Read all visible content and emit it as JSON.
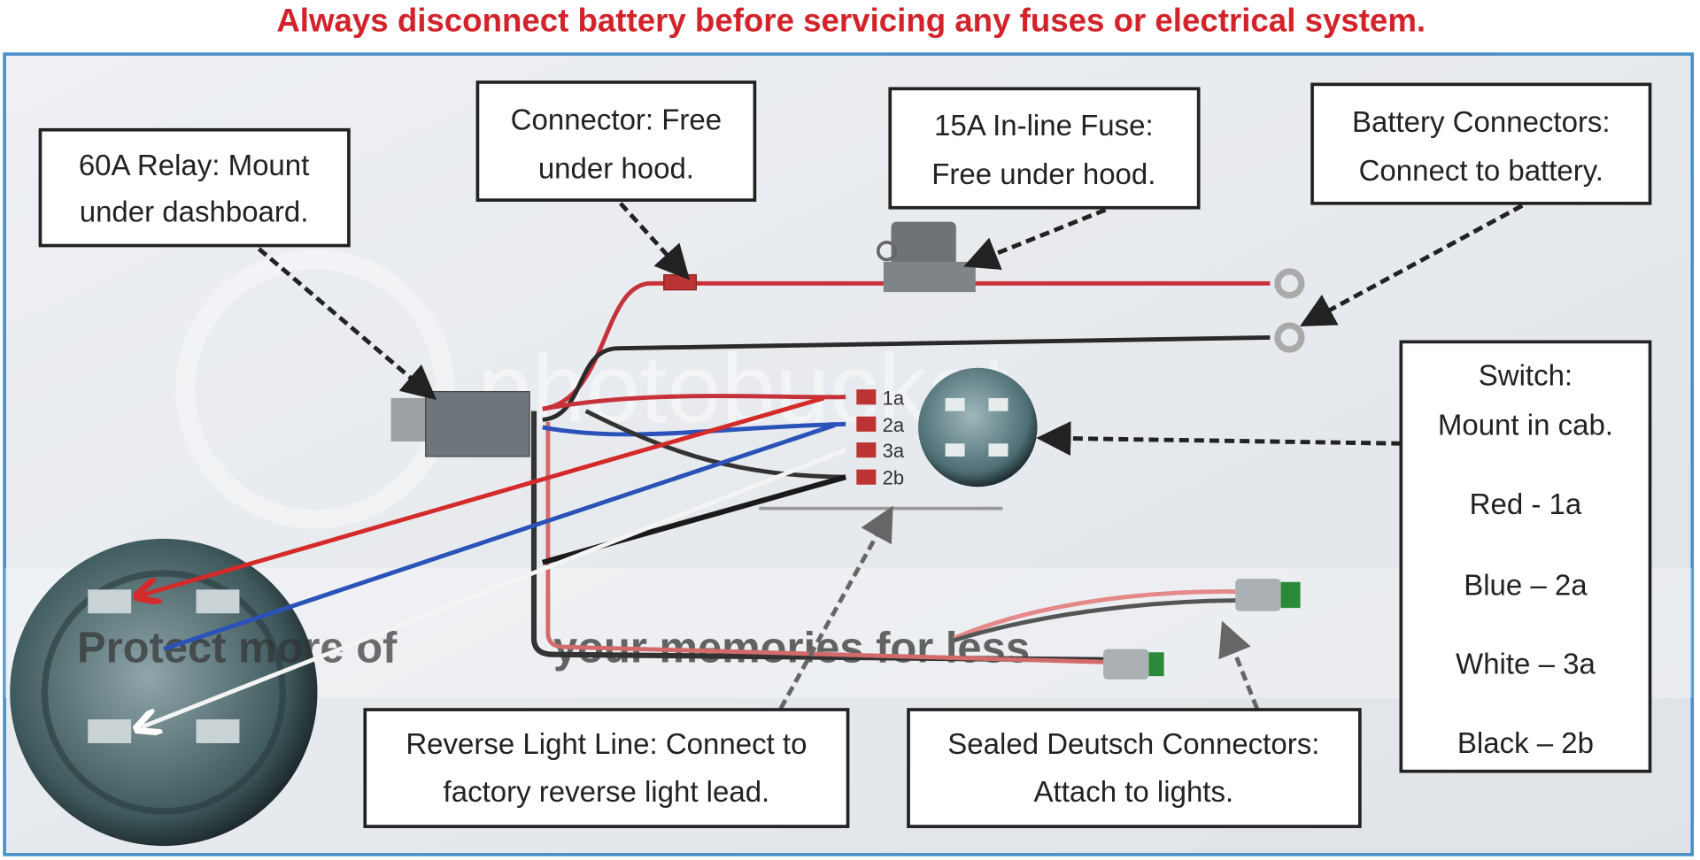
{
  "title": "Always disconnect battery before servicing any fuses or electrical system.",
  "callouts": {
    "relay": [
      "60A Relay: Mount",
      "under dashboard."
    ],
    "connector": [
      "Connector: Free",
      "under hood."
    ],
    "fuse": [
      "15A In-line Fuse:",
      "Free under hood."
    ],
    "battery": [
      "Battery Connectors:",
      "Connect to battery."
    ],
    "switch": [
      "Switch:",
      "Mount in cab.",
      "Red  - 1a",
      "Blue – 2a",
      "White – 3a",
      "Black – 2b"
    ],
    "reverse": [
      "Reverse Light Line: Connect to",
      "factory reverse light lead."
    ],
    "deutsch": [
      "Sealed Deutsch Connectors:",
      "Attach to lights."
    ]
  },
  "terminals": [
    "1a",
    "2a",
    "3a",
    "2b"
  ],
  "wire_colors": {
    "red": "#d42a2a",
    "blue": "#2a52b8",
    "white": "#f4f4f4",
    "black": "#1a1a1a"
  },
  "colors": {
    "title": "#d2232a",
    "border": "#4a90c8",
    "background": "#e8ebef"
  },
  "watermark": [
    "photobucket",
    "Protect more of your memories for less!"
  ]
}
